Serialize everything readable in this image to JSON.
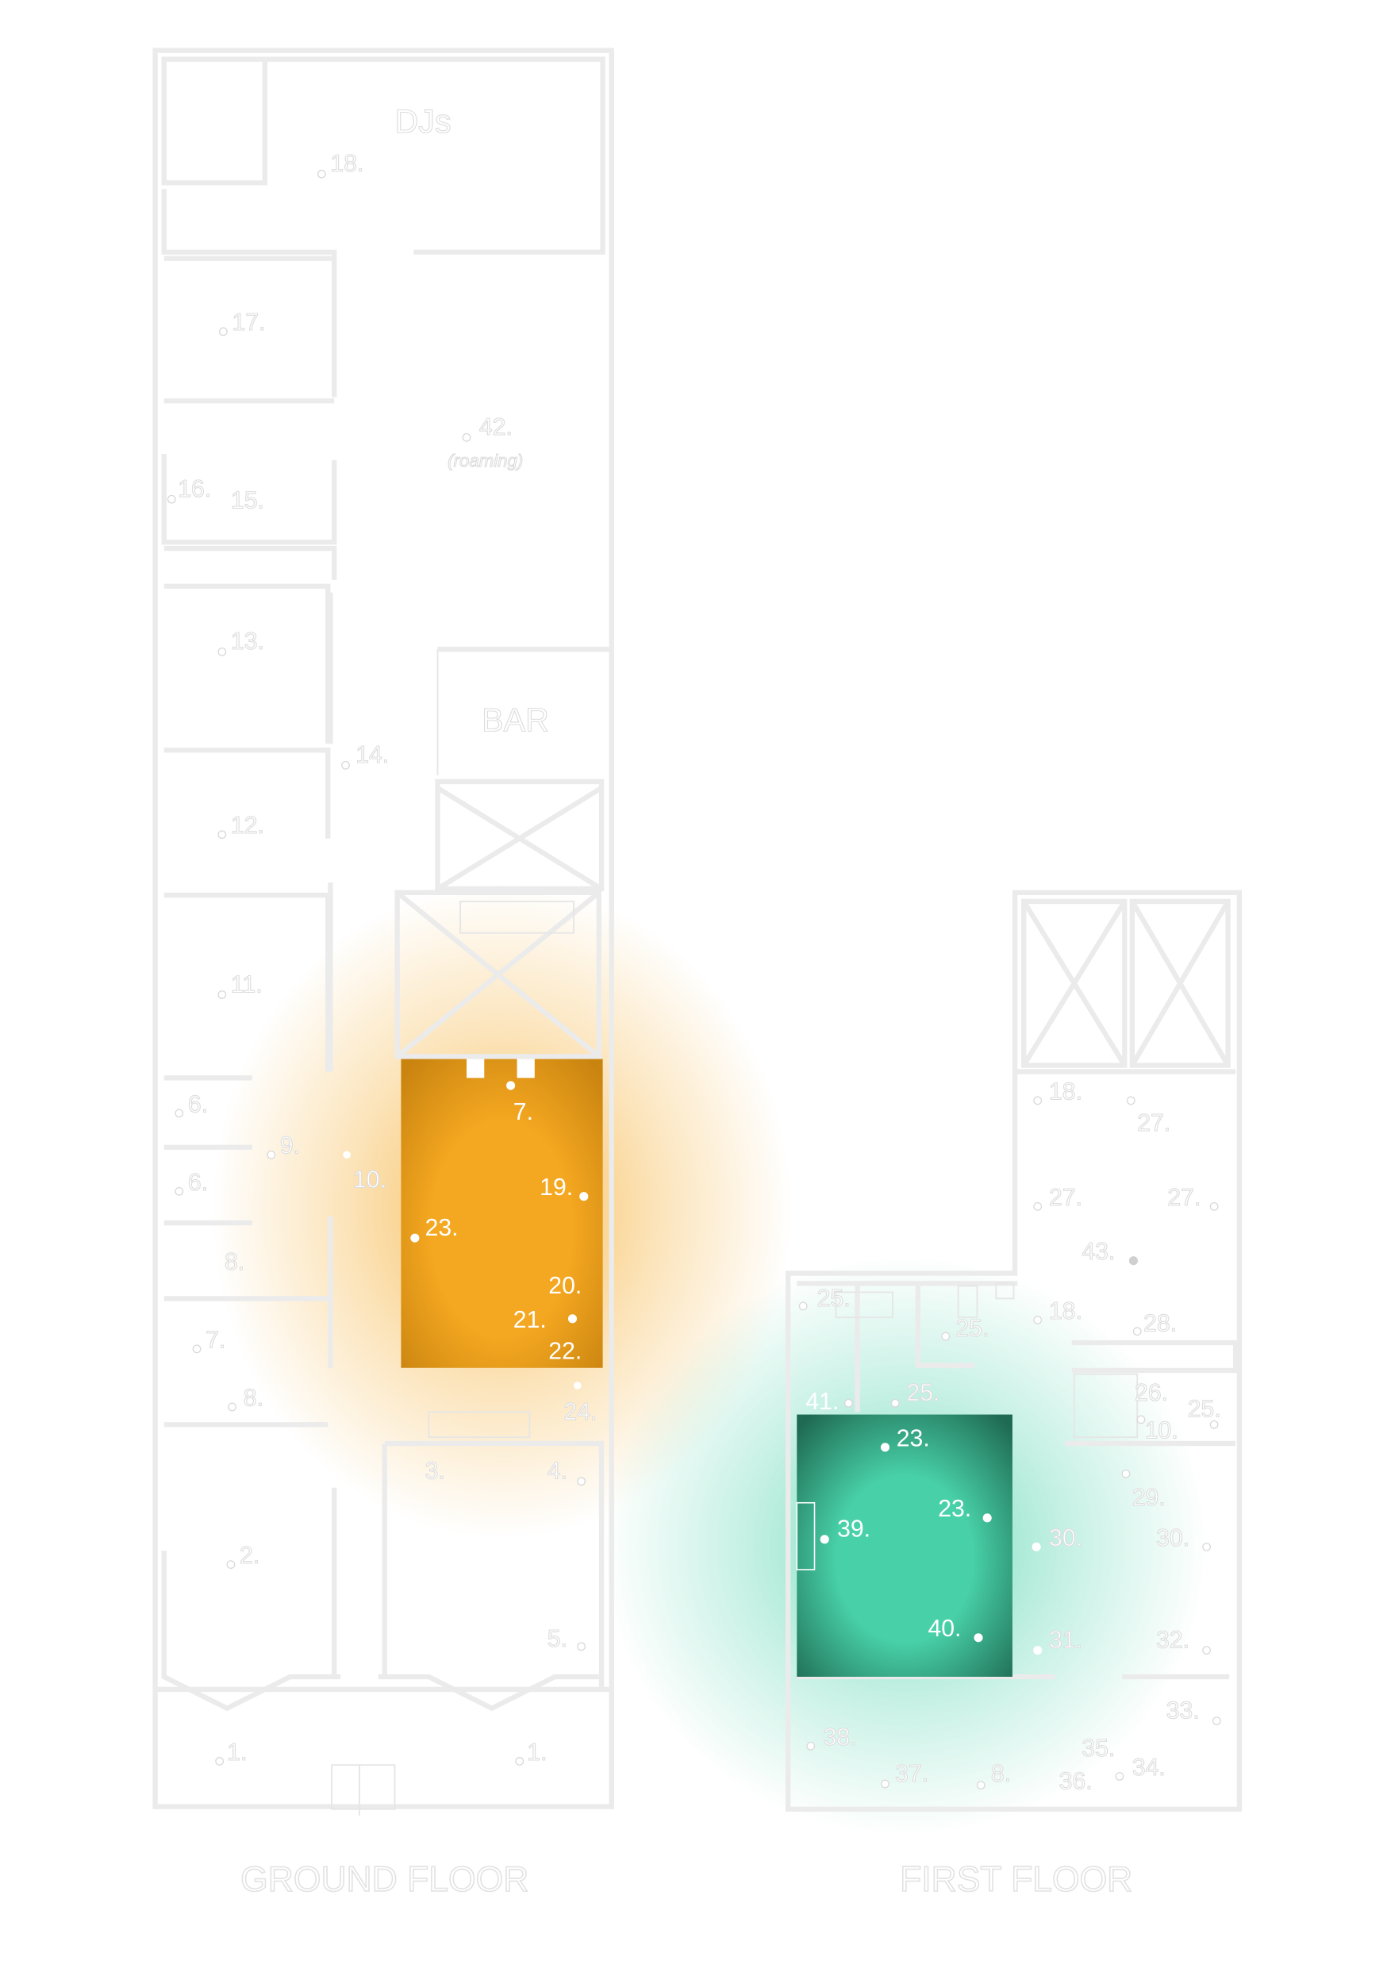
{
  "colors": {
    "highlight_ground": "#f4a720",
    "highlight_first": "#48d1a8",
    "walls": "#ebebeb"
  },
  "titles": {
    "ground": "GROUND FLOOR",
    "first": "FIRST FLOOR"
  },
  "ground": {
    "djs": "DJs",
    "bar": "BAR",
    "roaming": "(roaming)",
    "labels": [
      "18.",
      "17.",
      "42.",
      "16.",
      "15.",
      "14.",
      "13.",
      "12.",
      "11.",
      "6.",
      "9.",
      "10.",
      "6.",
      "8.",
      "7.",
      "8.",
      "7.",
      "19.",
      "23.",
      "20.",
      "21.",
      "22.",
      "24.",
      "3.",
      "4.",
      "2.",
      "5.",
      "1.",
      "1."
    ]
  },
  "first": {
    "labels": [
      "18.",
      "27.",
      "27.",
      "27.",
      "43.",
      "18.",
      "28.",
      "25.",
      "25.",
      "41.",
      "25.",
      "26.",
      "25.",
      "10.",
      "23.",
      "23.",
      "39.",
      "30.",
      "29.",
      "30.",
      "40.",
      "31.",
      "32.",
      "33.",
      "38.",
      "35.",
      "34.",
      "37.",
      "8.",
      "36."
    ]
  }
}
